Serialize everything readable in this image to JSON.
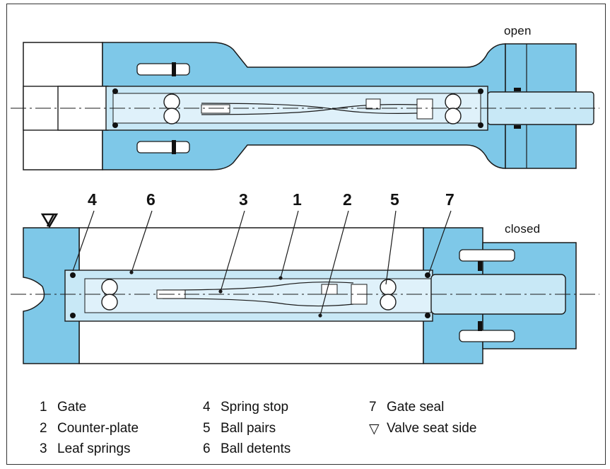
{
  "states": {
    "open": "open",
    "closed": "closed"
  },
  "callouts": [
    "4",
    "6",
    "3",
    "1",
    "2",
    "5",
    "7"
  ],
  "legend": [
    {
      "num": "1",
      "text": "Gate"
    },
    {
      "num": "2",
      "text": "Counter-plate"
    },
    {
      "num": "3",
      "text": "Leaf springs"
    },
    {
      "num": "4",
      "text": "Spring stop"
    },
    {
      "num": "5",
      "text": "Ball pairs"
    },
    {
      "num": "6",
      "text": "Ball detents"
    },
    {
      "num": "7",
      "text": "Gate seal"
    },
    {
      "num": "▽",
      "text": "Valve seat side"
    }
  ],
  "colors": {
    "housing": "#7ec8e8",
    "gate": "#c8e8f6",
    "outline": "#1a1a1a",
    "seal": "#111111"
  },
  "icons": {
    "valve_seat_marker": "down-triangle-icon"
  }
}
